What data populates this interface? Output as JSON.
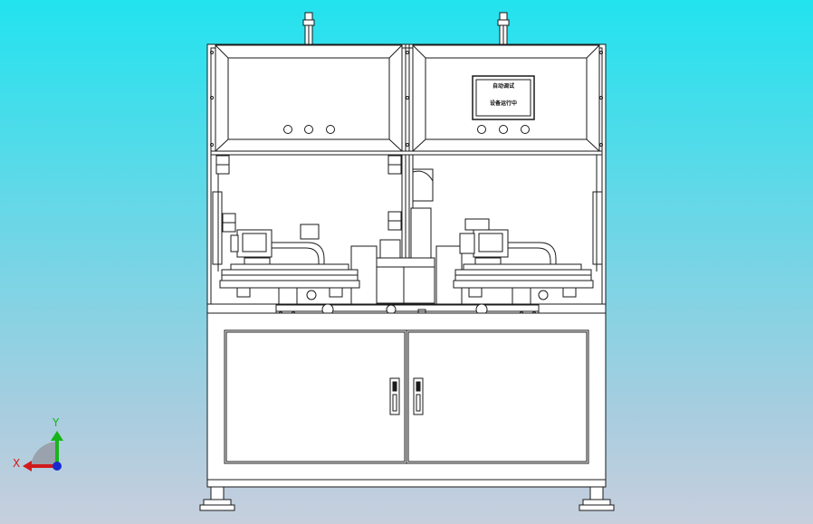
{
  "hmi_screen": {
    "line1": "自动调试",
    "line2": "设备运行中"
  },
  "triad": {
    "x_label": "X",
    "y_label": "Y",
    "x_color": "#d11a1a",
    "y_color": "#17b51a",
    "z_color": "#1a2ad1"
  },
  "colors": {
    "line": "#1a1a1a",
    "panel": "#ffffff"
  }
}
